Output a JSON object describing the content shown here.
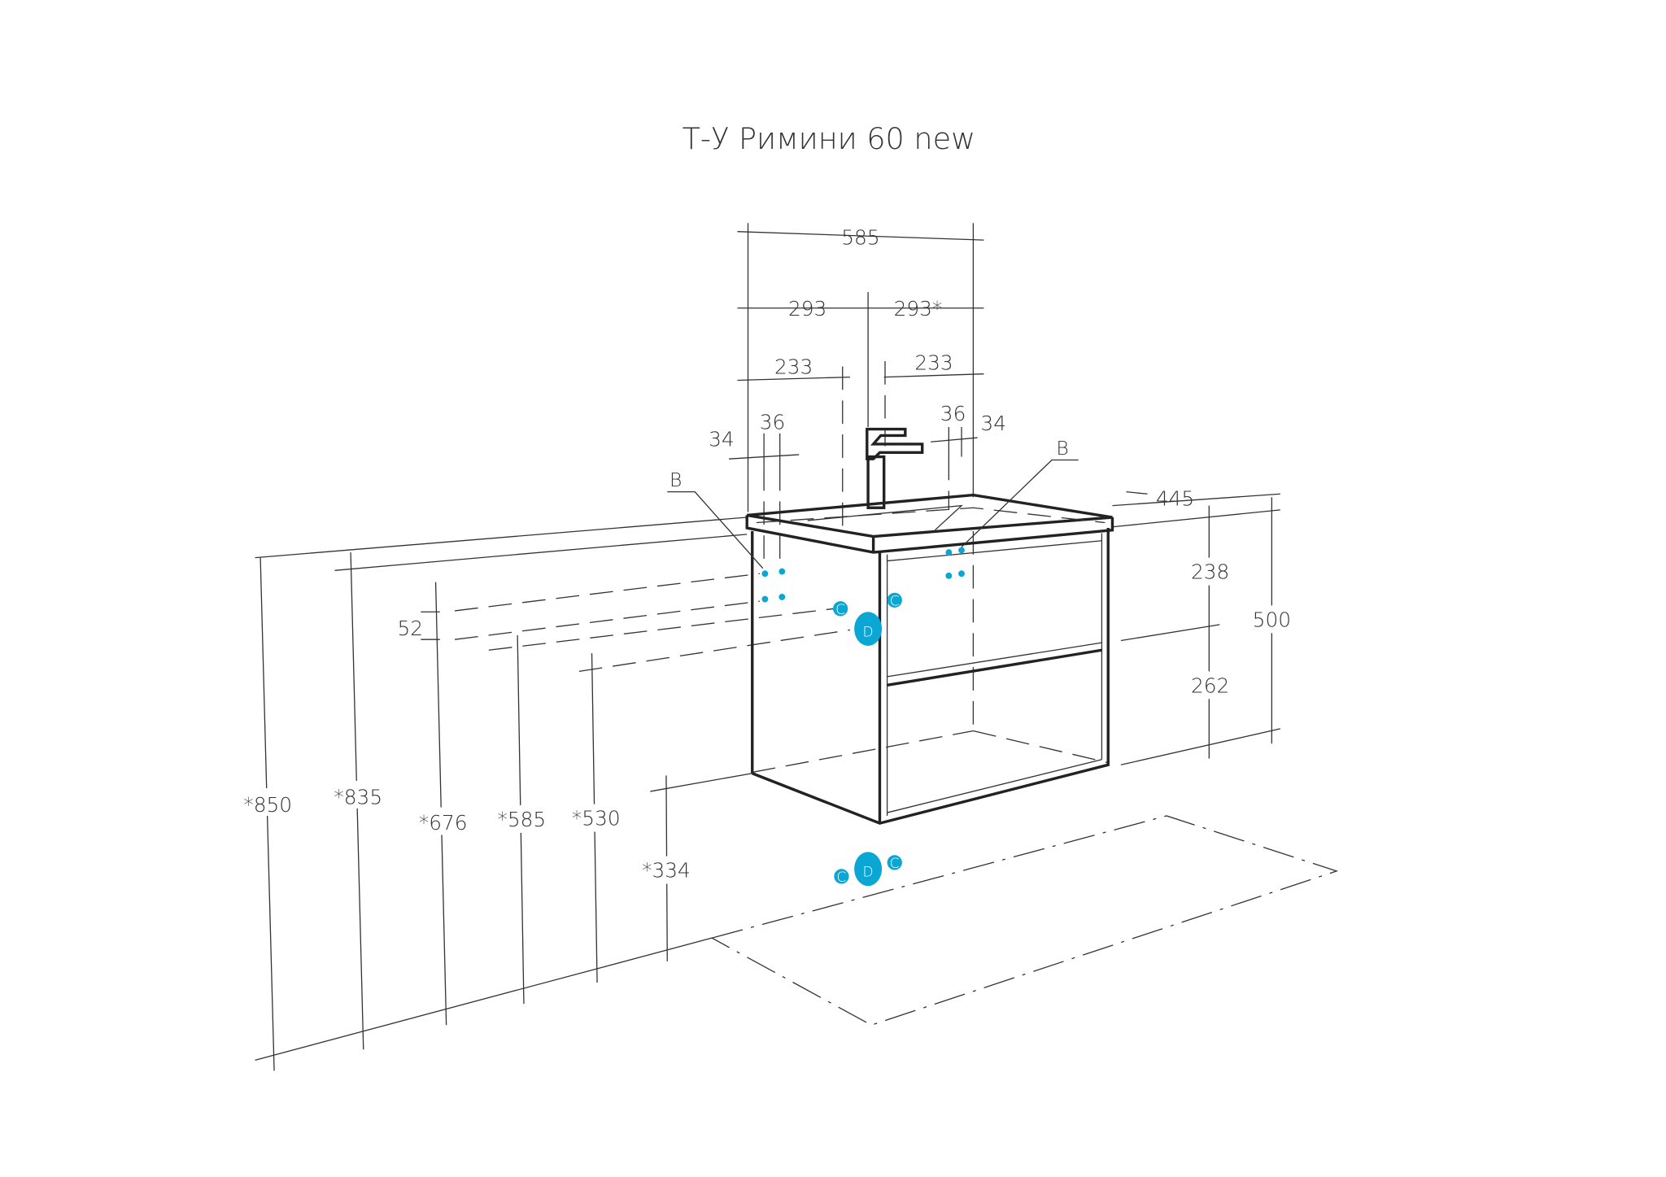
{
  "title": "Т-У Римини 60 new",
  "dimensions": {
    "width_total": "585",
    "half_left": "293",
    "half_right": "293*",
    "offset_left": "233",
    "offset_right": "233",
    "hole_left_a": "34",
    "hole_left_b": "36",
    "hole_right_a": "36",
    "hole_right_b": "34",
    "depth": "445",
    "height_total": "500",
    "height_upper": "238",
    "height_lower": "262",
    "gap": "52",
    "h850": "*850",
    "h835": "*835",
    "h676": "*676",
    "h585": "*585",
    "h530": "*530",
    "h334": "*334"
  },
  "markers": {
    "b_left": "B",
    "b_right": "B",
    "c": "C",
    "d": "D"
  },
  "colors": {
    "accent": "#0aa6d4",
    "line": "#333333"
  }
}
